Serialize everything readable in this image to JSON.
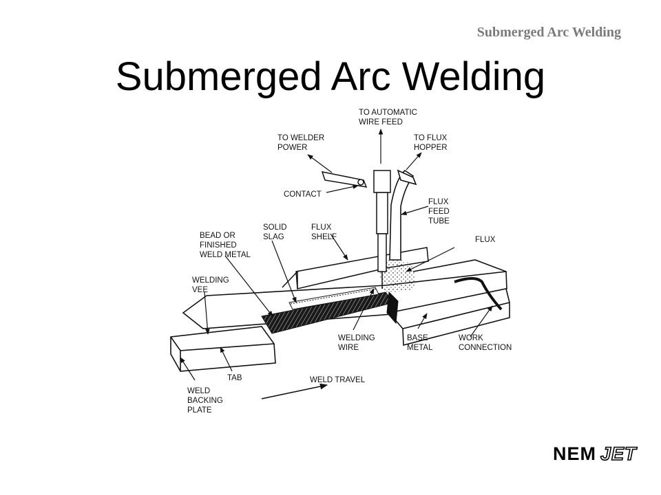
{
  "header": {
    "running_title": "Submerged Arc Welding"
  },
  "slide": {
    "title": "Submerged Arc Welding"
  },
  "diagram": {
    "labels": {
      "to_automatic_wire_feed": [
        "TO AUTOMATIC",
        "WIRE FEED"
      ],
      "to_welder_power": [
        "TO WELDER",
        "POWER"
      ],
      "to_flux_hopper": [
        "TO FLUX",
        "HOPPER"
      ],
      "contact": [
        "CONTACT"
      ],
      "flux_feed_tube": [
        "FLUX",
        "FEED",
        "TUBE"
      ],
      "bead_or_finished_weld_metal": [
        "BEAD OR",
        "FINISHED",
        "WELD METAL"
      ],
      "solid_slag": [
        "SOLID",
        "SLAG"
      ],
      "flux_shelf": [
        "FLUX",
        "SHELF"
      ],
      "flux": [
        "FLUX"
      ],
      "welding_vee": [
        "WELDING",
        "VEE"
      ],
      "welding_wire": [
        "WELDING",
        "WIRE"
      ],
      "base_metal": [
        "BASE",
        "METAL"
      ],
      "work_connection": [
        "WORK",
        "CONNECTION"
      ],
      "tab": [
        "TAB"
      ],
      "weld_travel": [
        "WELD TRAVEL"
      ],
      "weld_backing_plate": [
        "WELD",
        "BACKING",
        "PLATE"
      ]
    }
  },
  "logo": {
    "part1": "NEM",
    "part2": "JET"
  }
}
